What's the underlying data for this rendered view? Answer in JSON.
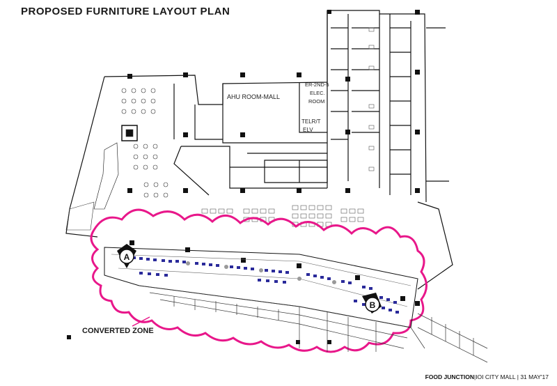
{
  "title": "PROPOSED FURNITURE LAYOUT PLAN",
  "room_labels": {
    "ahu": "AHU ROOM-MALL",
    "er": "ER-2ND-5",
    "elec": "ELEC.",
    "elec_room": "ROOM",
    "telrt": "TELR/T",
    "elv": "ELV"
  },
  "markers": {
    "a": "A",
    "b": "B"
  },
  "converted_zone": "CONVERTED ZONE",
  "footer": {
    "brand": "FOOD JUNCTION",
    "sep1": "|",
    "mall": "IOI CITY MALL",
    "sep2": "|",
    "date": "31 MAY'17"
  },
  "colors": {
    "cloud": "#e8178a",
    "chairs": "#2a2a9a",
    "walls": "#111111"
  }
}
